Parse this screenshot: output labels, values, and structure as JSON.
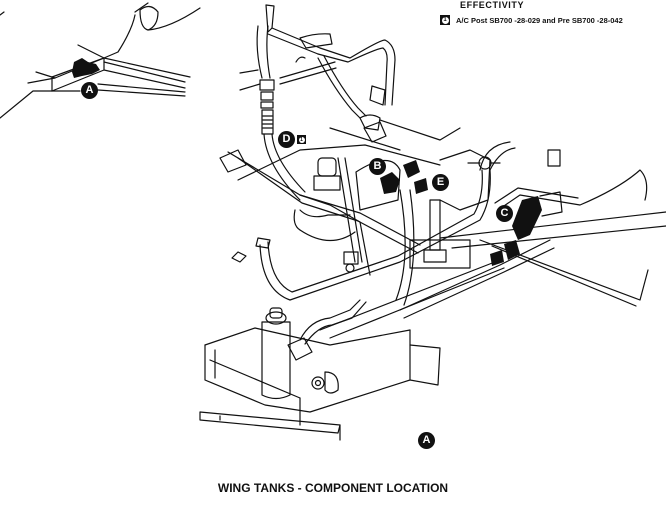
{
  "effectivity": {
    "title": "EFFECTIVITY",
    "items": [
      {
        "badge": "1",
        "text": "A/C Post SB700 -28-029 and Pre SB700 -28-042"
      }
    ]
  },
  "callouts": {
    "detail_a_inset": "A",
    "b": "B",
    "c": "C",
    "d": "D",
    "d_effectivity_badge": "1",
    "e": "E",
    "detail_a_main": "A"
  },
  "caption": "WING TANKS - COMPONENT LOCATION"
}
